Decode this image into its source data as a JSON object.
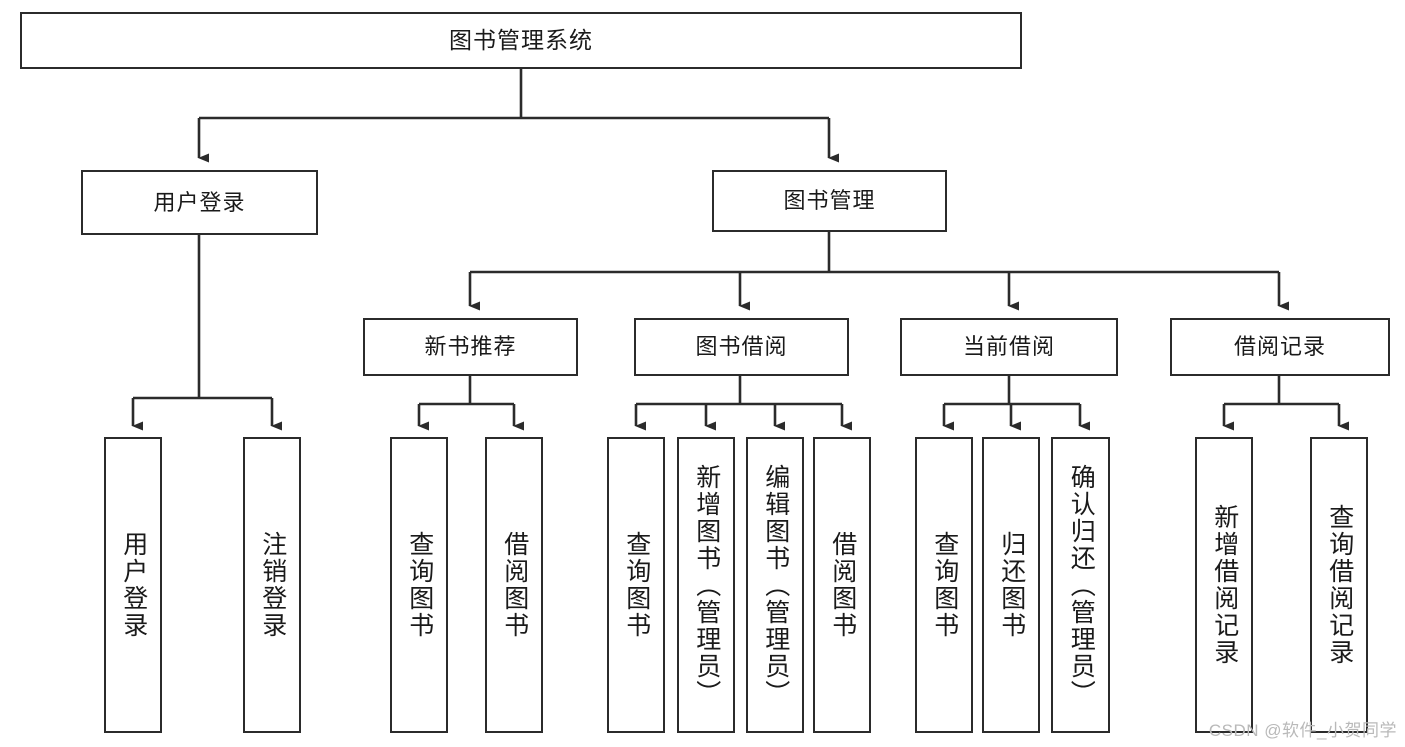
{
  "diagram": {
    "type": "tree-hierarchy-chart",
    "title": "图书管理系统",
    "watermark": "CSDN @软件_小贺同学",
    "colors": {
      "stroke": "#2b2b2b",
      "fill": "#ffffff",
      "text": "#1a1a1a",
      "watermark": "#b9b9b9"
    },
    "nodes": {
      "root": {
        "label": "图书管理系统"
      },
      "level1": [
        {
          "label": "用户登录"
        },
        {
          "label": "图书管理"
        }
      ],
      "level2": [
        {
          "label": "新书推荐"
        },
        {
          "label": "图书借阅"
        },
        {
          "label": "当前借阅"
        },
        {
          "label": "借阅记录"
        }
      ],
      "leaves": {
        "user_login": [
          {
            "label": "用户登录"
          },
          {
            "label": "注销登录"
          }
        ],
        "new_book_recommend": [
          {
            "label": "查询图书"
          },
          {
            "label": "借阅图书"
          }
        ],
        "book_borrow": [
          {
            "label": "查询图书"
          },
          {
            "label": "新增图书（管理员）"
          },
          {
            "label": "编辑图书（管理员）"
          },
          {
            "label": "借阅图书"
          }
        ],
        "current_borrow": [
          {
            "label": "查询图书"
          },
          {
            "label": "归还图书"
          },
          {
            "label": "确认归还（管理员）"
          }
        ],
        "borrow_record": [
          {
            "label": "新增借阅记录"
          },
          {
            "label": "查询借阅记录"
          }
        ]
      }
    }
  }
}
